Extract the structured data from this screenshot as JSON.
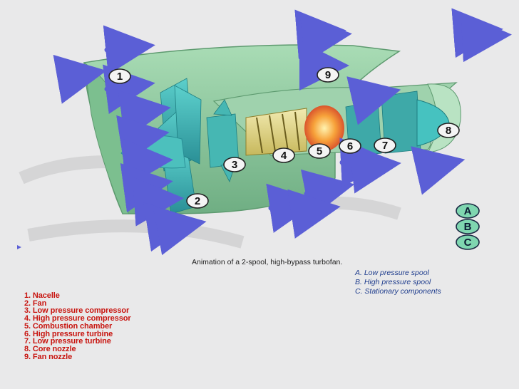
{
  "caption": "Animation of a 2-spool, high-bypass turbofan.",
  "spools": [
    "A. Low pressure spool",
    "B. High pressure spool",
    "C. Stationary components"
  ],
  "spool_badges": [
    "A",
    "B",
    "C"
  ],
  "parts": [
    "1. Nacelle",
    "2. Fan",
    "3. Low pressure compressor",
    "4. High pressure compressor",
    "5. Combustion chamber",
    "6. High pressure turbine",
    "7. Low pressure turbine",
    "8. Core nozzle",
    "9. Fan nozzle"
  ],
  "callouts": [
    "1",
    "2",
    "3",
    "4",
    "5",
    "6",
    "7",
    "8",
    "9"
  ],
  "colors": {
    "nacelle": "#8cc9a0",
    "fan": "#3fb4b4",
    "compressor": "#e6dc8a",
    "combustion": "#f07a2a",
    "flow_arrow": "#5b5fd6",
    "legend_badge": "#7fd6b0",
    "parts_text": "#c8140f",
    "spool_text": "#1d3b8c"
  }
}
